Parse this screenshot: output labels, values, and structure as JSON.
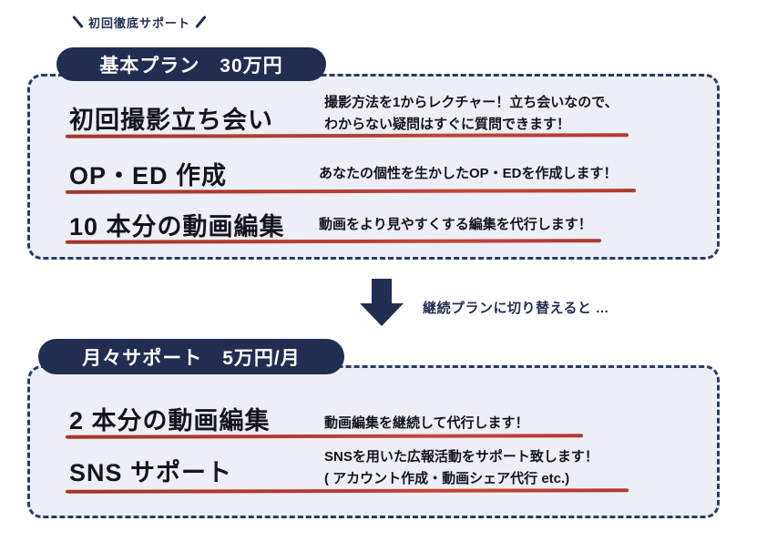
{
  "callout": {
    "label": "初回徹底サポート"
  },
  "basic_plan": {
    "badge": "基本プラン　30万円",
    "items": [
      {
        "title": "初回撮影立ち会い",
        "desc": "撮影方法を1からレクチャー！立ち会いなので、\nわからない疑問はすぐに質問できます！"
      },
      {
        "title": "OP・ED 作成",
        "desc": "あなたの個性を生かしたOP・EDを作成します！"
      },
      {
        "title": "10 本分の動画編集",
        "desc": "動画をより見やすくする編集を代行します！"
      }
    ]
  },
  "transition": {
    "label": "継続プランに切り替えると ..."
  },
  "monthly_plan": {
    "badge": "月々サポート　5万円/月",
    "items": [
      {
        "title": "2 本分の動画編集",
        "desc": "動画編集を継続して代行します！"
      },
      {
        "title": "SNS サポート",
        "desc": "SNSを用いた広報活動をサポート致します！\n( アカウント作成・動画シェア代行 etc.)"
      }
    ]
  },
  "colors": {
    "navy": "#212e52",
    "panel_bg": "#edeff6",
    "accent_red": "#b23a31"
  }
}
